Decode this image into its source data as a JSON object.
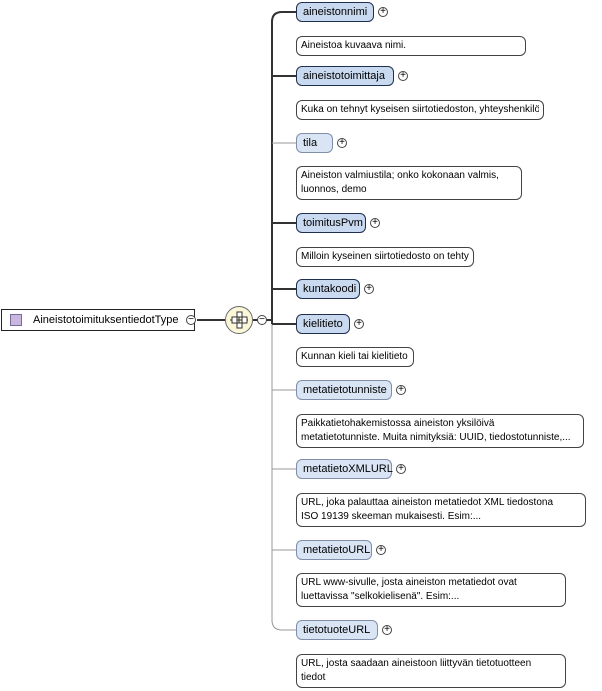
{
  "root": {
    "label": "AineistotoimituksentiedotType",
    "collapse_symbol": "−"
  },
  "sequence": {
    "collapse_symbol": "−",
    "icon": "sequence-compositor-icon"
  },
  "elements": [
    {
      "name": "aineistonnimi",
      "required": true,
      "expand": "+",
      "doc": [
        "Aineistoa kuvaava nimi."
      ]
    },
    {
      "name": "aineistotoimittaja",
      "required": true,
      "expand": "+",
      "doc": [
        "Kuka on tehnyt kyseisen siirtotiedoston, yhteyshenkilö"
      ]
    },
    {
      "name": "tila",
      "required": false,
      "expand": "+",
      "doc": [
        "Aineiston valmiustila; onko kokonaan valmis,",
        "luonnos, demo"
      ]
    },
    {
      "name": "toimitusPvm",
      "required": true,
      "expand": "+",
      "doc": [
        "Milloin kyseinen siirtotiedosto on tehty"
      ]
    },
    {
      "name": "kuntakoodi",
      "required": true,
      "expand": "+",
      "doc": []
    },
    {
      "name": "kielitieto",
      "required": true,
      "expand": "+",
      "doc": [
        "Kunnan kieli tai kielitieto"
      ]
    },
    {
      "name": "metatietotunniste",
      "required": false,
      "expand": "+",
      "doc": [
        "Paikkatietohakemistossa aineiston yksilöivä",
        "metatietotunniste. Muita nimityksiä: UUID, tiedostotunniste,..."
      ]
    },
    {
      "name": "metatietoXMLURL",
      "required": false,
      "expand": "+",
      "doc": [
        "URL, joka palauttaa aineiston metatiedot XML tiedostona",
        "ISO 19139 skeeman mukaisesti. Esim:..."
      ]
    },
    {
      "name": "metatietoURL",
      "required": false,
      "expand": "+",
      "doc": [
        "URL www-sivulle, josta aineiston metatiedot ovat",
        "luettavissa \"selkokielisenä\". Esim:..."
      ]
    },
    {
      "name": "tietotuoteURL",
      "required": false,
      "expand": "+",
      "doc": [
        "URL, josta saadaan aineistoon liittyvän tietotuotteen",
        "tiedot"
      ]
    }
  ]
}
